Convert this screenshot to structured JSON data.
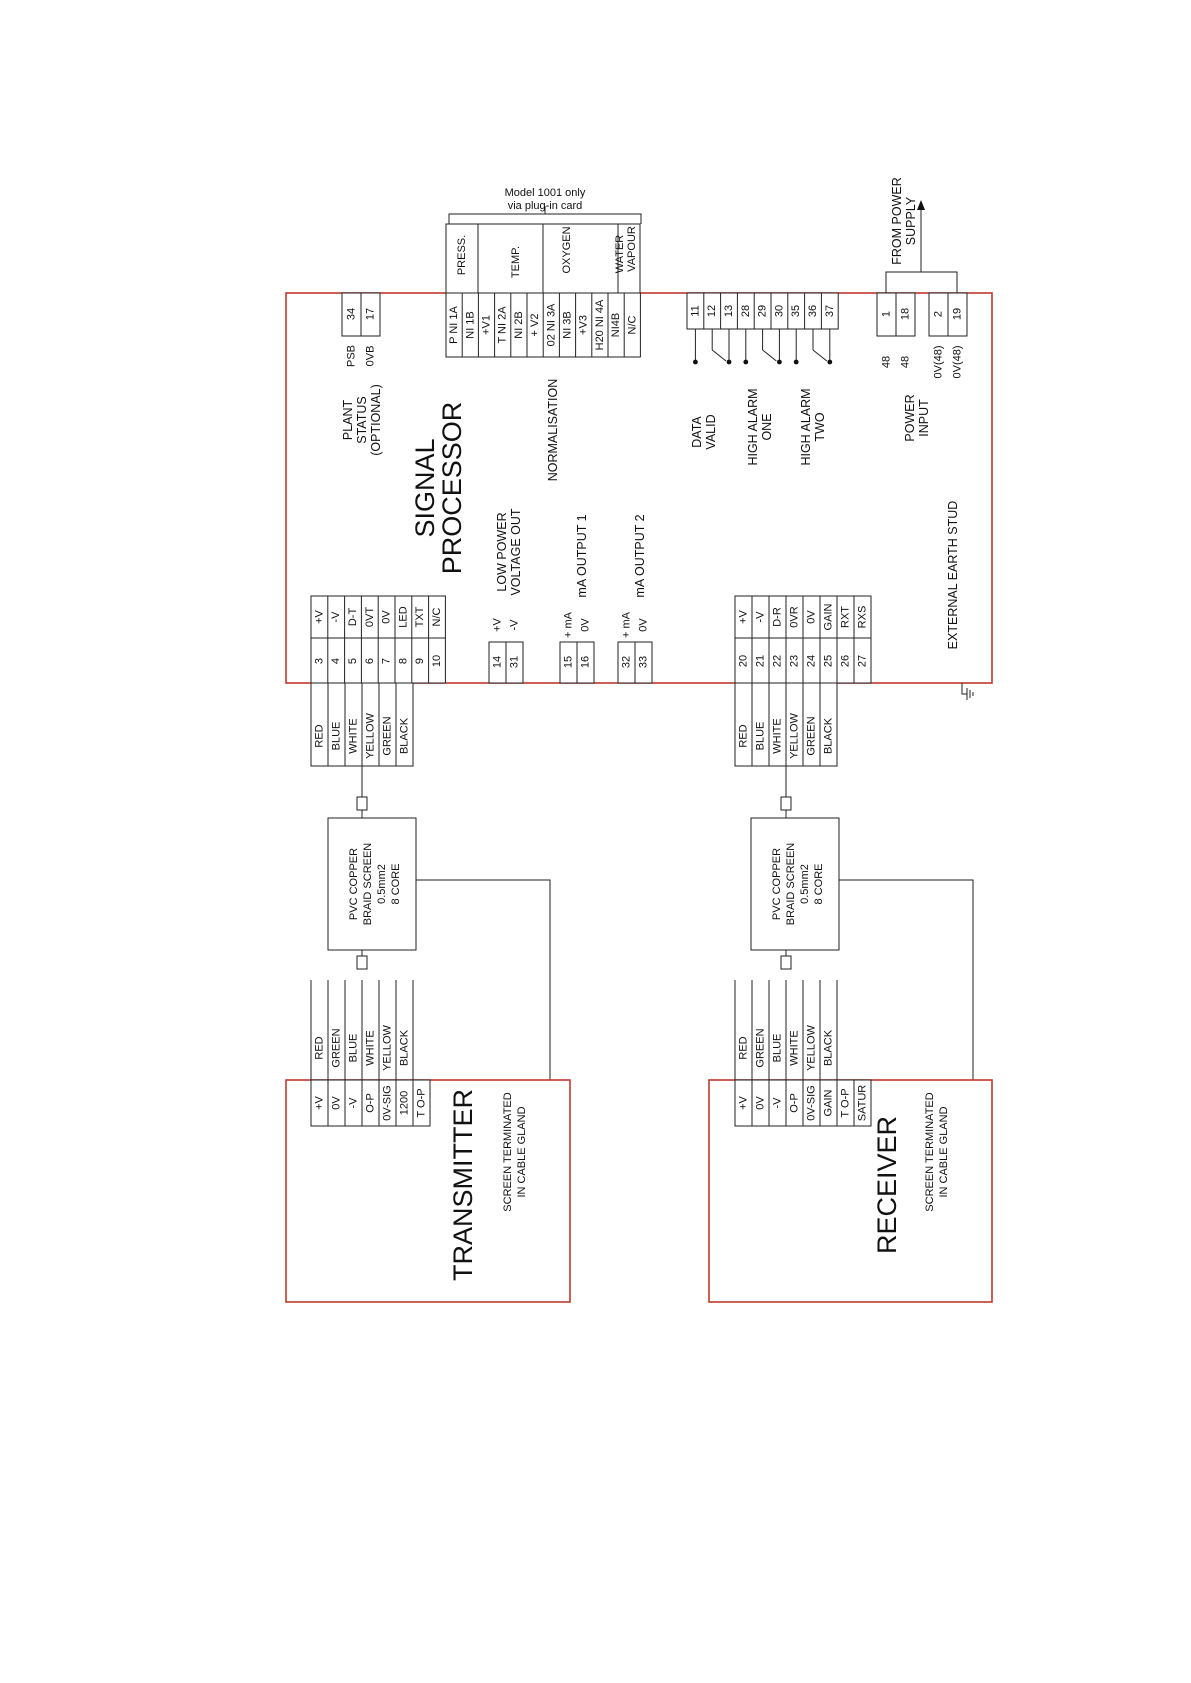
{
  "signal_processor": {
    "title1": "SIGNAL",
    "title2": "PROCESSOR",
    "tx_terminals": [
      {
        "num": "3",
        "label": "+V"
      },
      {
        "num": "4",
        "label": "-V"
      },
      {
        "num": "5",
        "label": "D-T"
      },
      {
        "num": "6",
        "label": "0VT"
      },
      {
        "num": "7",
        "label": "0V"
      },
      {
        "num": "8",
        "label": "LED"
      },
      {
        "num": "9",
        "label": "TXT"
      },
      {
        "num": "10",
        "label": "N/C"
      }
    ],
    "rx_terminals": [
      {
        "num": "20",
        "label": "+V"
      },
      {
        "num": "21",
        "label": "-V"
      },
      {
        "num": "22",
        "label": "D-R"
      },
      {
        "num": "23",
        "label": "0VR"
      },
      {
        "num": "24",
        "label": "0V"
      },
      {
        "num": "25",
        "label": "GAIN"
      },
      {
        "num": "26",
        "label": "RXT"
      },
      {
        "num": "27",
        "label": "RXS"
      }
    ],
    "low_power": {
      "title1": "LOW POWER",
      "title2": "VOLTAGE OUT",
      "terminals": [
        {
          "num": "14",
          "label": "+V"
        },
        {
          "num": "31",
          "label": "-V"
        }
      ]
    },
    "ma_output_1": {
      "title": "mA OUTPUT 1",
      "terminals": [
        {
          "num": "15",
          "label": "+ mA"
        },
        {
          "num": "16",
          "label": "0V"
        }
      ]
    },
    "ma_output_2": {
      "title": "mA OUTPUT 2",
      "terminals": [
        {
          "num": "32",
          "label": "+ mA"
        },
        {
          "num": "33",
          "label": "0V"
        }
      ]
    },
    "plant_status": {
      "line1": "PLANT",
      "line2": "STATUS",
      "line3": "(OPTIONAL)",
      "terminals": [
        {
          "num": "34",
          "label": "PSB"
        },
        {
          "num": "17",
          "label": "0VB"
        }
      ]
    },
    "normalisation": {
      "title": "NORMALISATION",
      "terminals": [
        {
          "num": "P NI 1A"
        },
        {
          "num": "NI 1B"
        },
        {
          "num": "+V1"
        },
        {
          "num": "T NI 2A"
        },
        {
          "num": "NI 2B"
        },
        {
          "num": "+ V2"
        },
        {
          "num": "02 NI 3A"
        },
        {
          "num": "NI 3B"
        },
        {
          "num": "+V3"
        },
        {
          "num": "H20 NI 4A"
        },
        {
          "num": "NI4B"
        },
        {
          "num": "N/C"
        }
      ]
    },
    "model_note1": "Model 1001 only",
    "model_note2": "via plug-in card",
    "sensors": {
      "press": "PRESS.",
      "temp": "TEMP.",
      "oxygen": "OXYGEN",
      "water": "WATER",
      "vapour": "VAPOUR"
    },
    "alarm_terminals": [
      {
        "num": "11"
      },
      {
        "num": "12"
      },
      {
        "num": "13"
      },
      {
        "num": "28"
      },
      {
        "num": "29"
      },
      {
        "num": "30"
      },
      {
        "num": "35"
      },
      {
        "num": "36"
      },
      {
        "num": "37"
      }
    ],
    "data_valid": {
      "line1": "DATA",
      "line2": "VALID"
    },
    "high_alarm_one": {
      "line1": "HIGH ALARM",
      "line2": "ONE"
    },
    "high_alarm_two": {
      "line1": "HIGH ALARM",
      "line2": "TWO"
    },
    "power": {
      "line1": "POWER",
      "line2": "INPUT",
      "terminals": [
        {
          "num": "1",
          "label": "48"
        },
        {
          "num": "18",
          "label": "48"
        },
        {
          "num": "2",
          "label": "0V(48)"
        },
        {
          "num": "19",
          "label": "0V(48)"
        }
      ],
      "from1": "FROM POWER",
      "from2": "SUPPLY"
    },
    "earth_stud": "EXTERNAL EARTH STUD"
  },
  "wire_colors_sp": [
    "RED",
    "BLUE",
    "WHITE",
    "YELLOW",
    "GREEN",
    "BLACK"
  ],
  "cable": {
    "line1": "PVC COPPER",
    "line2": "BRAID SCREEN",
    "line3": "0.5mm2",
    "line4": "8 CORE"
  },
  "transmitter": {
    "title": "TRANSMITTER",
    "wire_colors": [
      "RED",
      "GREEN",
      "BLUE",
      "WHITE",
      "YELLOW",
      "BLACK"
    ],
    "terminals": [
      "+V",
      "0V",
      "-V",
      "O-P",
      "0V-SIG",
      "1200",
      "T O-P"
    ],
    "screen1": "SCREEN TERMINATED",
    "screen2": "IN CABLE GLAND"
  },
  "receiver": {
    "title": "RECEIVER",
    "wire_colors": [
      "RED",
      "GREEN",
      "BLUE",
      "WHITE",
      "YELLOW",
      "BLACK"
    ],
    "terminals": [
      "+V",
      "0V",
      "-V",
      "O-P",
      "0V-SIG",
      "GAIN",
      "T O-P",
      "SATUR"
    ],
    "screen1": "SCREEN TERMINATED",
    "screen2": "IN CABLE GLAND"
  }
}
